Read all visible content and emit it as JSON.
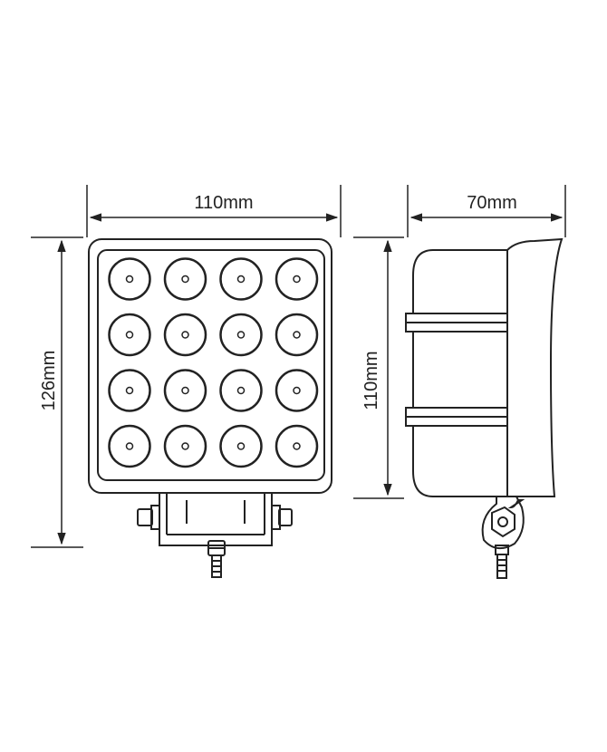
{
  "dimensions": {
    "front_width": "110mm",
    "side_depth": "70mm",
    "front_height": "126mm",
    "side_height": "110mm"
  },
  "front_view": {
    "led_grid": {
      "rows": 4,
      "cols": 4
    }
  },
  "colors": {
    "line": "#222222",
    "background": "#ffffff"
  }
}
